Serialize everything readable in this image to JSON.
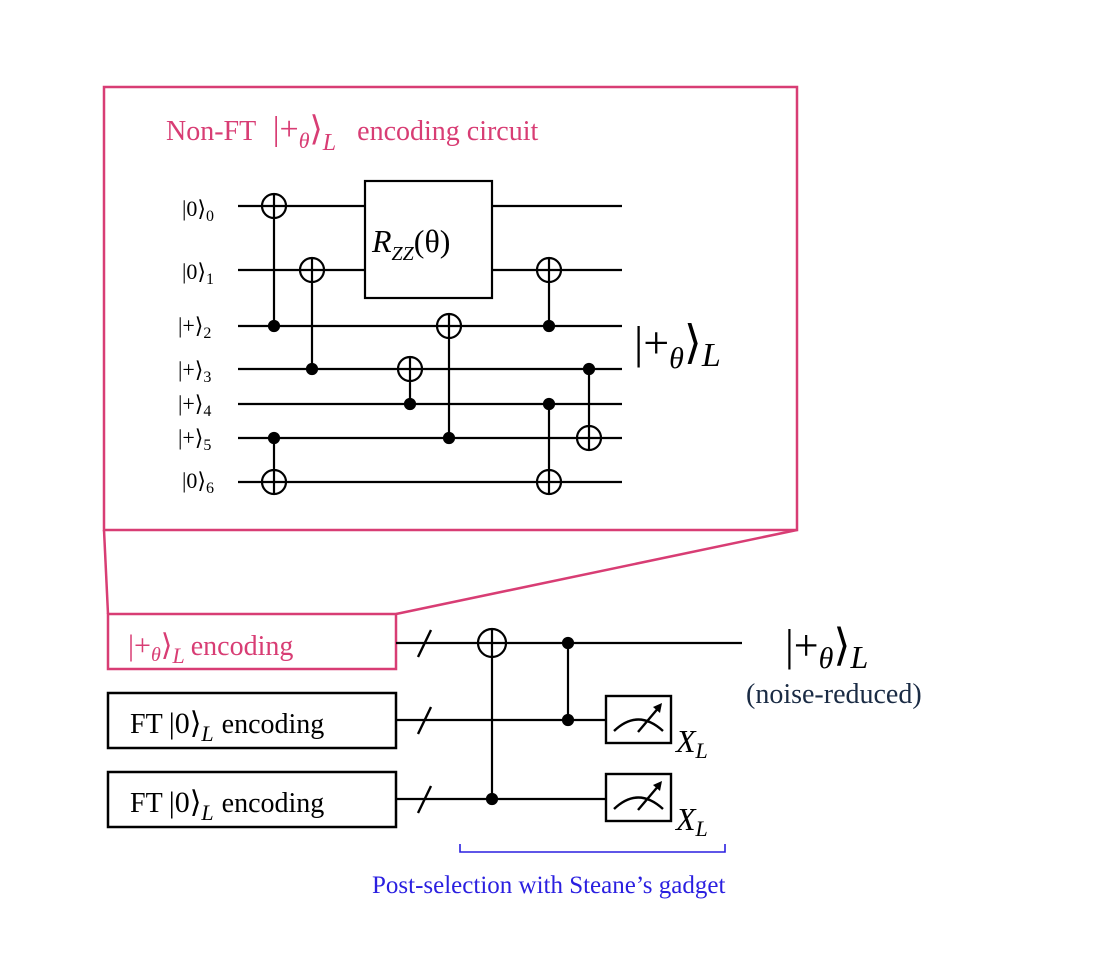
{
  "inset": {
    "title_prefix": "Non-FT",
    "title_ket": "|+",
    "title_theta": "θ",
    "title_close": "⟩",
    "title_sub": "L",
    "title_suffix": "encoding circuit",
    "gate_label": "R",
    "gate_sub": "ZZ",
    "gate_arg": "(θ)",
    "output_ket": "|+",
    "output_theta": "θ",
    "output_close": "⟩",
    "output_sub": "L",
    "qubits": [
      {
        "state": "|0⟩",
        "index": "0"
      },
      {
        "state": "|0⟩",
        "index": "1"
      },
      {
        "state": "|+⟩",
        "index": "2"
      },
      {
        "state": "|+⟩",
        "index": "3"
      },
      {
        "state": "|+⟩",
        "index": "4"
      },
      {
        "state": "|+⟩",
        "index": "5"
      },
      {
        "state": "|0⟩",
        "index": "6"
      }
    ]
  },
  "main": {
    "nonft_ket": "|+",
    "nonft_theta": "θ",
    "nonft_close": "⟩",
    "nonft_sub": "L",
    "nonft_word": "encoding",
    "ft_box_1": {
      "prefix": "FT",
      "ket": "|0⟩",
      "sub": "L",
      "word": "encoding"
    },
    "ft_box_2": {
      "prefix": "FT",
      "ket": "|0⟩",
      "sub": "L",
      "word": "encoding"
    },
    "output_ket": "|+",
    "output_theta": "θ",
    "output_close": "⟩",
    "output_sub": "L",
    "output_note": "(noise-reduced)",
    "measure_1": {
      "label": "X",
      "sub": "L"
    },
    "measure_2": {
      "label": "X",
      "sub": "L"
    },
    "postselect_label": "Post-selection with Steane’s gadget"
  },
  "colors": {
    "inset_accent": "#d83d74",
    "postselect": "#2a1fe0",
    "note": "#1a2b44",
    "wire": "#000000"
  }
}
